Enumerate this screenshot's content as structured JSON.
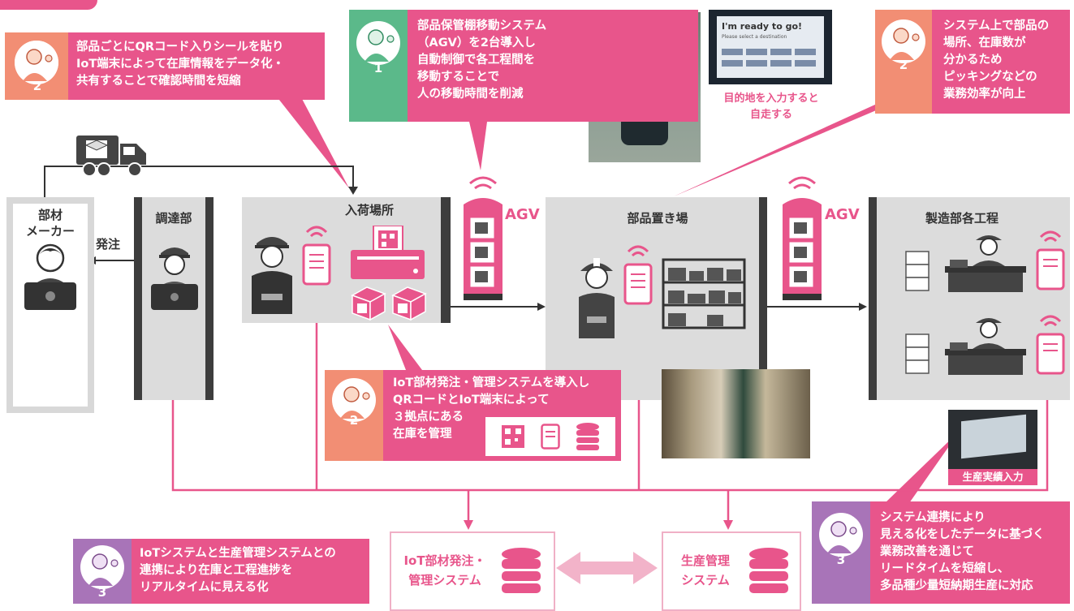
{
  "callouts": {
    "qr_sticker": {
      "number": "2",
      "text": "部品ごとにQRコード入りシールを貼り\nIoT端末によって在庫情報をデータ化・\n共有することで確認時間を短縮"
    },
    "agv_system": {
      "number": "1",
      "text": "部品保管棚移動システム\n（AGV）を2台導入し\n自動制御で各工程間を\n移動することで\n人の移動時間を削減"
    },
    "picking": {
      "number": "2",
      "text": "システム上で部品の\n場所、在庫数が\n分かるため\nピッキングなどの\n業務効率が向上"
    },
    "iot_ordering": {
      "number": "2",
      "text": "IoT部材発注・管理システムを導入し\nQRコードとIoT端末によって\n３拠点にある\n在庫を管理"
    },
    "realtime": {
      "number": "3",
      "text": "IoTシステムと生産管理システムとの\n連携により在庫と工程進捗を\nリアルタイムに見える化"
    },
    "kaizen": {
      "number": "3",
      "text": "システム連携により\n見える化をしたデータに基づく\n業務改善を通じて\nリードタイムを短縮し、\n多品種少量短納期生産に対応"
    }
  },
  "agv_screen": {
    "text": "I'm ready to go!",
    "subtext": "Please select a destination"
  },
  "captions": {
    "agv_photo": "目的地を入力すると\n自走する",
    "production_input": "生産実績入力"
  },
  "zones": {
    "maker": "部材\nメーカー",
    "procurement": "調達部",
    "receiving": "入荷場所",
    "parts_storage": "部品置き場",
    "manufacturing": "製造部各工程"
  },
  "order_label": "発注",
  "agv_label": "AGV",
  "systems": {
    "iot": "IoT部材発注・\n管理システム",
    "production": "生産管理\nシステム"
  },
  "colors": {
    "pink": "#e8558b",
    "green": "#5bb98a",
    "salmon": "#f28e74",
    "purple": "#a874b8",
    "zone_gray": "#dcdcdc",
    "wall": "#3d3d3d"
  }
}
